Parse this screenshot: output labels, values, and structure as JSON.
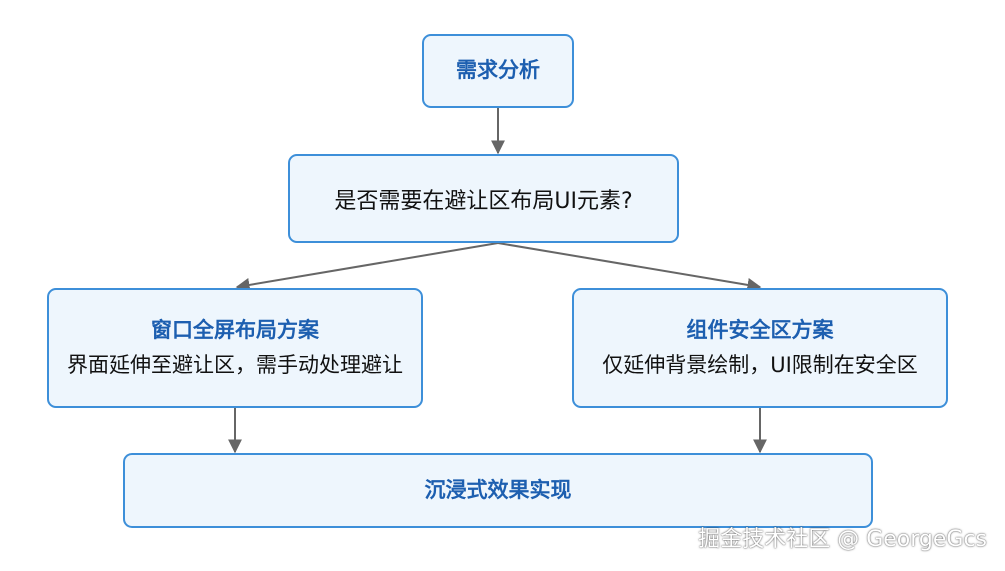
{
  "nodes": {
    "need": {
      "label": "需求分析"
    },
    "decide": {
      "label": "是否需要在避让区布局UI元素?"
    },
    "window": {
      "title": "窗口全屏布局方案",
      "body": "界面延伸至避让区，需手动处理避让"
    },
    "component": {
      "title": "组件安全区方案",
      "body": "仅延伸背景绘制，UI限制在安全区"
    },
    "result": {
      "label": "沉浸式效果实现"
    }
  },
  "watermark": "掘金技术社区 @ GeorgeGcs",
  "colors": {
    "node_fill": "#eef6fd",
    "node_border": "#3d8fd9",
    "title_text": "#1d5fb0",
    "arrow": "#666666"
  }
}
